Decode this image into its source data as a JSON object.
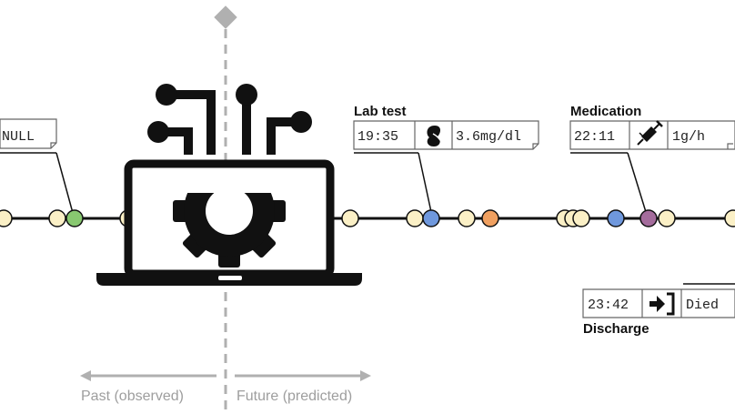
{
  "timeline": {
    "divider_labels": {
      "past": "Past (observed)",
      "future": "Future (predicted)"
    },
    "events": {
      "lab_test": {
        "title": "Lab test",
        "time": "19:35",
        "value": "3.6mg/dl",
        "icon": "kidney-icon"
      },
      "medication": {
        "title": "Medication",
        "time": "22:11",
        "value": "1g/h",
        "icon": "syringe-icon"
      },
      "discharge": {
        "title": "Discharge",
        "time": "23:42",
        "value": "Died",
        "icon": "exit-arrow-icon"
      },
      "left_partial": {
        "value": "NULL"
      }
    }
  },
  "center_graphic": {
    "icon": "laptop-gear-circuit-icon"
  },
  "colors": {
    "point_default": "#fbf0c6",
    "point_green": "#88c870",
    "point_blue": "#6f98dd",
    "point_orange": "#f0a060",
    "point_purple": "#a46c9c",
    "line": "#111111",
    "divider": "#b0b0b0"
  }
}
